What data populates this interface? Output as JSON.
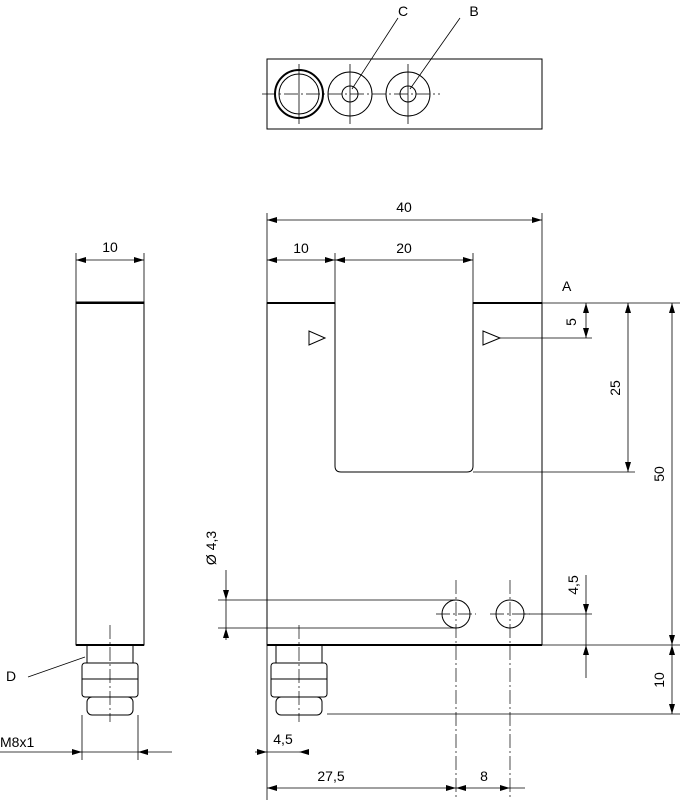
{
  "callouts": {
    "A": "A",
    "B": "B",
    "C": "C",
    "D": "D"
  },
  "dimensions": {
    "total_width": "40",
    "left_arm_width": "10",
    "slot_width": "20",
    "side_width": "10",
    "arrow_offset": "5",
    "slot_depth": "25",
    "total_height": "50",
    "connector_height": "10",
    "hole_diameter": "Ø 4,3",
    "hole_offset": "4,5",
    "connector_offset": "4,5",
    "hole1_position": "27,5",
    "hole_spacing": "8",
    "thread": "M8x1"
  }
}
